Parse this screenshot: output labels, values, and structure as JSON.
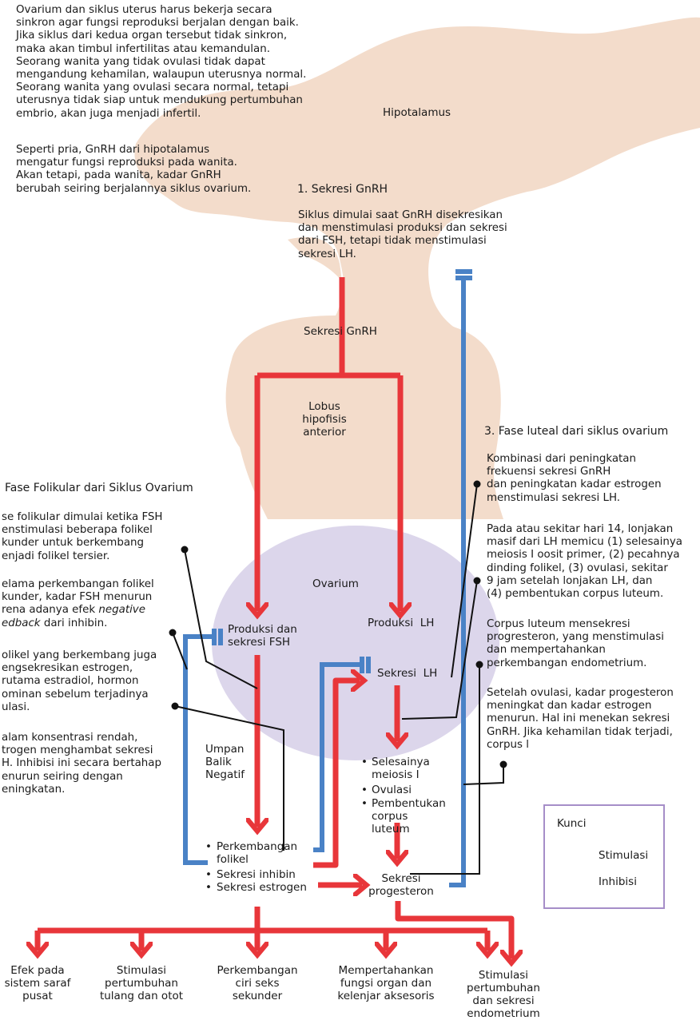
{
  "colors": {
    "tissue": "#f3dccb",
    "ovary": "#dcd6eb",
    "stimulation": "#e8363a",
    "inhibition": "#4a82c6",
    "key_border": "#a68ec8",
    "leader_line": "#111111"
  },
  "intro": {
    "paragraph1": "Ovarium dan siklus uterus harus bekerja secara\nsinkron agar fungsi reproduksi berjalan dengan baik.\nJika siklus dari kedua organ tersebut tidak sinkron,\nmaka akan timbul infertilitas atau kemandulan.\nSeorang wanita yang tidak ovulasi tidak dapat\nmengandung kehamilan, walaupun uterusnya normal.\nSeorang wanita yang ovulasi secara normal, tetapi\nuterusnya tidak siap untuk mendukung pertumbuhan\nembrio, akan juga menjadi infertil.",
    "paragraph2": "Seperti pria, GnRH dari hipotalamus\nmengatur fungsi reproduksi pada wanita.\nAkan tetapi, pada wanita, kadar GnRH\nberubah seiring berjalannya siklus ovarium."
  },
  "organs": {
    "hypothalamus": "Hipotalamus",
    "pituitary": "Lobus\nhipofisis\nanterior",
    "ovary": "Ovarium"
  },
  "step1": {
    "title": "1. Sekresi GnRH",
    "text": "Siklus dimulai saat GnRH disekresikan\ndan menstimulasi produksi dan sekresi\ndari FSH, tetapi tidak menstimulasi\nsekresi LH."
  },
  "step2": {
    "title": "Fase Folikular dari Siklus Ovarium",
    "p1": "se folikular dimulai ketika FSH\nenstimulasi beberapa folikel\nkunder untuk berkembang\nenjadi folikel tersier.",
    "p2_line1": "elama perkembangan folikel",
    "p2_line2": "kunder, kadar FSH menurun",
    "p2_line3_pre": "rena adanya efek ",
    "p2_line3_em": "negative",
    "p2_line4_em": "edback",
    "p2_line4_post": " dari inhibin.",
    "p3": "olikel yang berkembang juga\nengsekresikan estrogen,\nrutama estradiol, hormon\nominan sebelum terjadinya\nulasi.",
    "p4": "alam konsentrasi rendah,\ntrogen menghambat sekresi\nH. Inhibisi ini secara bertahap\nenurun seiring dengan\neningkatan."
  },
  "step3": {
    "title": "3. Fase luteal dari siklus ovarium",
    "p1": "Kombinasi dari peningkatan\nfrekuensi sekresi GnRH\ndan peningkatan kadar estrogen\nmenstimulasi sekresi LH.",
    "p2": "Pada atau sekitar hari 14, lonjakan\nmasif dari LH memicu (1) selesainya\nmeiosis I oosit primer, (2) pecahnya\ndinding folikel, (3) ovulasi, sekitar\n9 jam setelah lonjakan LH, dan\n(4) pembentukan corpus luteum.",
    "p3": "Corpus luteum mensekresi\nprogresteron, yang menstimulasi\ndan mempertahankan\nperkembangan endometrium.",
    "p4": "Setelah ovulasi, kadar progesteron\nmeningkat dan kadar estrogen\nmenurun. Hal ini menekan sekresi\nGnRH. Jika kehamilan tidak terjadi,\ncorpus l"
  },
  "flow": {
    "gnrh_secretion": "Sekresi GnRH",
    "fsh_production": "Produksi dan\nsekresi FSH",
    "lh_production": "Produksi  LH",
    "lh_secretion": "Sekresi  LH",
    "negative_feedback": "Umpan\nBalik\nNegatif",
    "follicle_items": [
      "Perkembangan\nfolikel",
      "Sekresi inhibin",
      "Sekresi estrogen"
    ],
    "luteal_items": [
      "Selesainya\nmeiosis I",
      "Ovulasi",
      "Pembentukan\ncorpus\nluteum"
    ],
    "progesterone": "Sekresi\nprogesteron",
    "bullet": "•"
  },
  "effects": [
    "Efek pada\nsistem saraf\npusat",
    "Stimulasi\npertumbuhan\ntulang dan otot",
    "Perkembangan\nciri seks\nsekunder",
    "Mempertahankan\nfungsi organ dan\nkelenjar aksesoris",
    "Stimulasi\npertumbuhan\ndan sekresi\nendometrium"
  ],
  "key": {
    "title": "Kunci",
    "stimulation": "Stimulasi",
    "inhibition": "Inhibisi"
  }
}
